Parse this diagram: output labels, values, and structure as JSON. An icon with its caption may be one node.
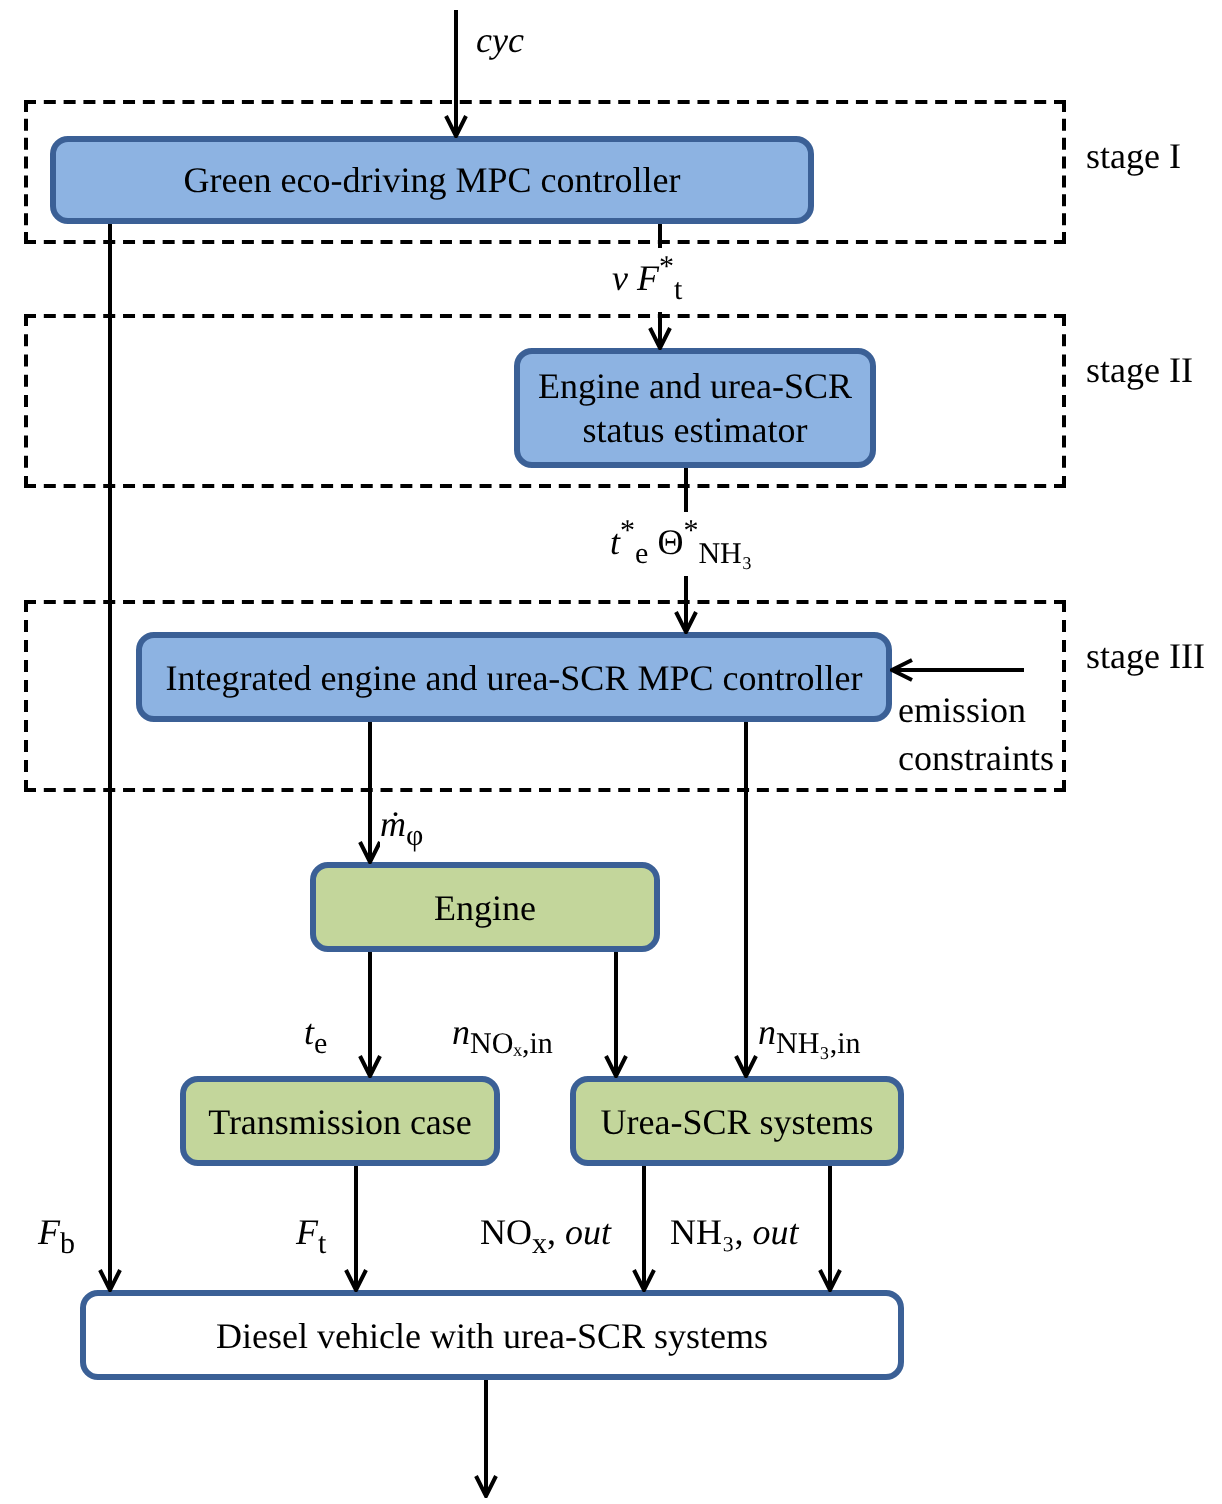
{
  "diagram": {
    "nodes": [
      {
        "text": [
          "stage I"
        ]
      },
      {
        "text": [
          "Green eco-driving MPC controller"
        ],
        "in": 0
      },
      {
        "text": [
          "stage II"
        ]
      },
      {
        "text": [
          "Engine and urea-SCR status estimator"
        ],
        "in": 2
      },
      {
        "text": [
          "stage III"
        ]
      },
      {
        "text": [
          "Integrated engine and urea-SCR MPC controller"
        ],
        "in": 4
      },
      {
        "text": [
          "Engine"
        ]
      },
      {
        "text": [
          "Transmission case"
        ]
      },
      {
        "text": [
          "Urea-SCR systems"
        ]
      },
      {
        "text": [
          "Diesel vehicle with urea-SCR systems"
        ]
      }
    ],
    "edges": [
      {
        "from": null,
        "to": 1,
        "arrow": "to",
        "label": "*cyc*"
      },
      {
        "from": 1,
        "to": 3,
        "arrow": "to",
        "label": "*v*  *F*$^{*}$$_{t}$"
      },
      {
        "from": 3,
        "to": 5,
        "arrow": "to",
        "label": "*t*$^{*}$$_{e}$  Θ$^{*}$$_{NH₃}$"
      },
      {
        "from": null,
        "to": 5,
        "arrow": "to",
        "label": "emission constraints"
      },
      {
        "from": 1,
        "to": 9,
        "arrow": "to",
        "label": "*F*$_{b}$"
      },
      {
        "from": 5,
        "to": 6,
        "arrow": "to",
        "label": "*ṁ*$_{φ}$"
      },
      {
        "from": 5,
        "to": 8,
        "arrow": "to",
        "label": "*n*$_{NH₃,in}$"
      },
      {
        "from": 6,
        "to": 7,
        "arrow": "to",
        "label": "*t*$_{e}$"
      },
      {
        "from": 6,
        "to": 8,
        "arrow": "to",
        "label": "*n*$_{NOₓ,in}$"
      },
      {
        "from": 7,
        "to": 9,
        "arrow": "to",
        "label": "*F*$_{t}$"
      },
      {
        "from": 8,
        "to": 9,
        "arrow": "to",
        "label": "NO$_{x}$, *out*"
      },
      {
        "from": 8,
        "to": 9,
        "arrow": "to",
        "label": "NH₃, *out*"
      },
      {
        "from": 9,
        "to": null,
        "arrow": "to"
      }
    ]
  }
}
